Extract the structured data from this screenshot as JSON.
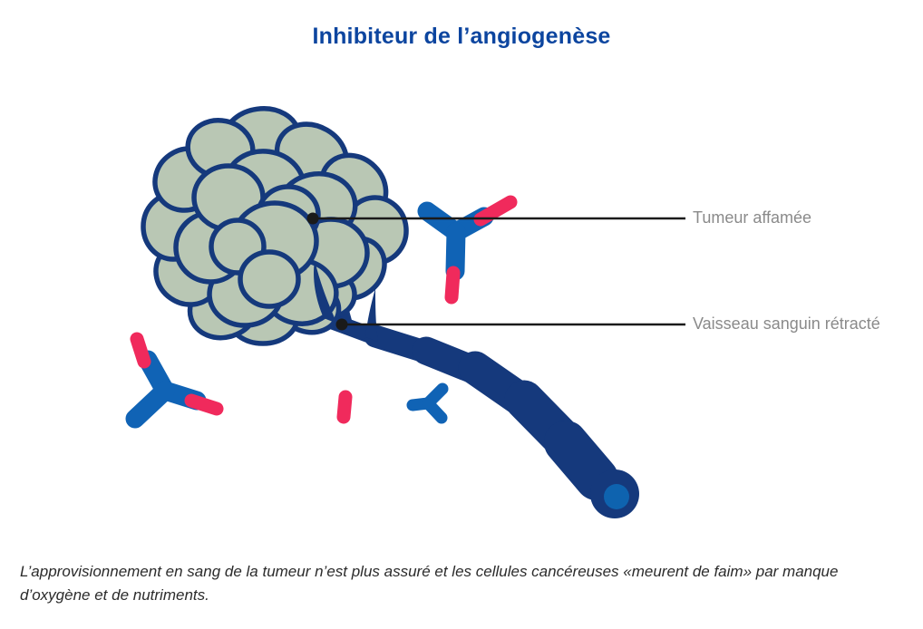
{
  "title": "Inhibiteur de l’angiogenèse",
  "annotations": {
    "tumor_label": "Tumeur affamée",
    "vessel_label": "Vaisseau sanguin rétracté"
  },
  "caption": "L’approvisionnement en sang de la tumeur n’est plus assuré et les cellules cancéreuses «meurent de faim» par manque d’oxygène et de nutriments.",
  "illustration": {
    "parts": [
      "tumor-cluster",
      "retracted-blood-vessel",
      "antibody-upper",
      "antibody-lower-left",
      "antibody-small-blue",
      "red-fragment"
    ]
  },
  "colors": {
    "background": "#ffffff",
    "title-blue": "#0c459f",
    "navy": "#15397c",
    "cell-fill": "#b9c7b4",
    "antibody-blue": "#1063b5",
    "vessel-tip-blue": "#0e63af",
    "red": "#f02a5c",
    "label-gray": "#8a8a8a",
    "line-black": "#1a1a1a",
    "caption-color": "#2b2b2b"
  }
}
